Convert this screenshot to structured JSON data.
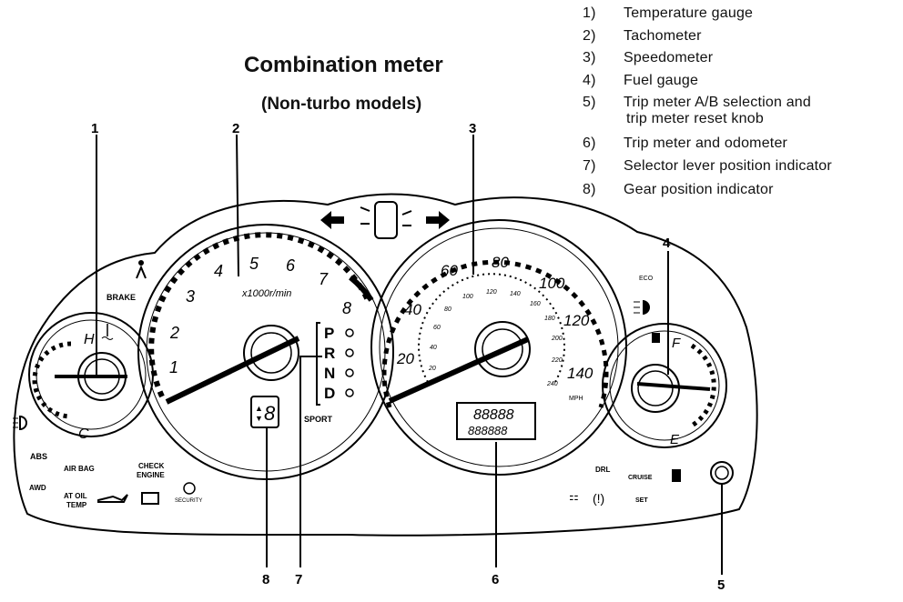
{
  "title": "Combination meter",
  "subtitle": "(Non-turbo models)",
  "legend": [
    {
      "num": "1)",
      "text": "Temperature gauge"
    },
    {
      "num": "2)",
      "text": "Tachometer"
    },
    {
      "num": "3)",
      "text": "Speedometer"
    },
    {
      "num": "4)",
      "text": "Fuel gauge"
    },
    {
      "num": "5)",
      "text": "Trip meter A/B selection and",
      "text2": "trip meter reset knob"
    },
    {
      "num": "6)",
      "text": "Trip meter and odometer"
    },
    {
      "num": "7)",
      "text": "Selector lever position indicator"
    },
    {
      "num": "8)",
      "text": "Gear position indicator"
    }
  ],
  "callouts": [
    "1",
    "2",
    "3",
    "4",
    "5",
    "6",
    "7",
    "8"
  ],
  "temperature_gauge": {
    "high": "H",
    "cold": "C"
  },
  "fuel_gauge": {
    "full": "F",
    "empty": "E"
  },
  "tachometer": {
    "numbers": [
      "1",
      "2",
      "3",
      "4",
      "5",
      "6",
      "7",
      "8"
    ],
    "unit": "x1000r/min"
  },
  "speedometer": {
    "outer_numbers": [
      "20",
      "40",
      "60",
      "80",
      "100",
      "120",
      "140"
    ],
    "inner_numbers": [
      "20",
      "40",
      "60",
      "80",
      "100",
      "120",
      "140",
      "160",
      "180",
      "200",
      "220",
      "240"
    ],
    "unit": "MPH",
    "lcd_top": "88888",
    "lcd_bottom": "888888"
  },
  "selector": {
    "positions": [
      "P",
      "R",
      "N",
      "D"
    ],
    "sport": "SPORT"
  },
  "gear_digit": "8",
  "warning_labels": {
    "brake": "BRAKE",
    "abs": "ABS",
    "airbag": "AIR BAG",
    "check_engine_1": "CHECK",
    "check_engine_2": "ENGINE",
    "awd": "AWD",
    "at_oil_1": "AT OIL",
    "at_oil_2": "TEMP",
    "security": "SECURITY",
    "drl": "DRL",
    "cruise": "CRUISE",
    "set": "SET",
    "eco": "ECO"
  }
}
